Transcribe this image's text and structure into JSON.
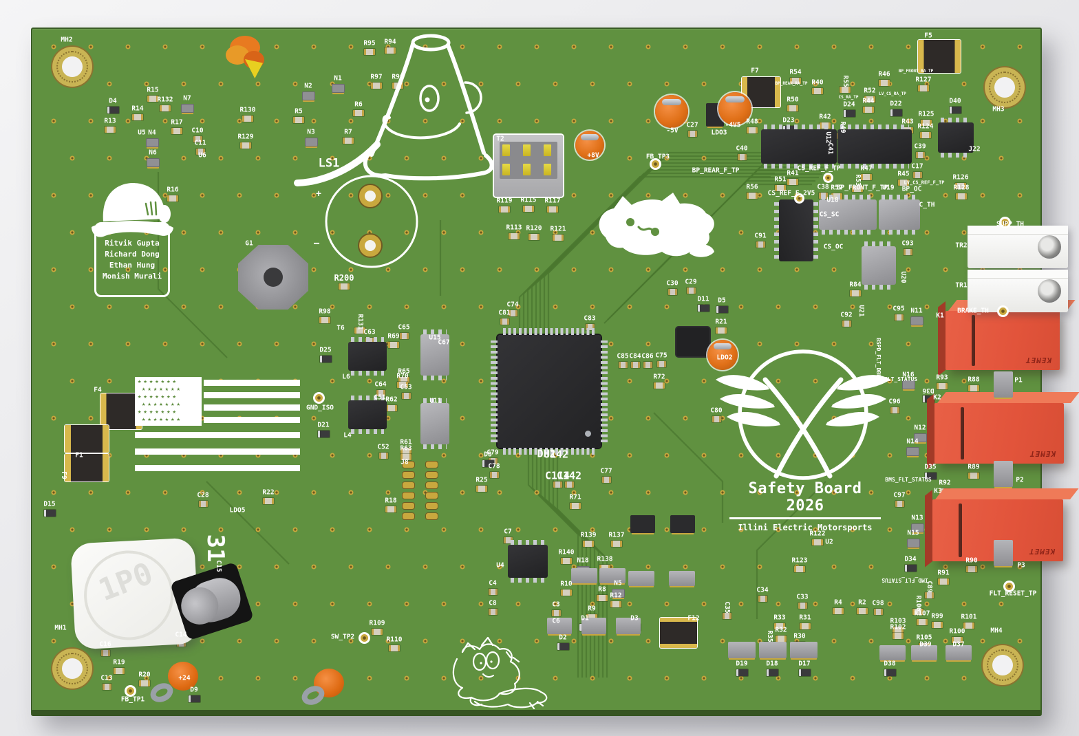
{
  "texts": {
    "team_names": [
      "Ritvik Gupta",
      "Richard Dong",
      "Ethan Hung",
      "Monish Murali"
    ],
    "logo_title": "Safety Board 2026",
    "logo_subtitle": "Illini Electric Motorsports",
    "relay_brand": "KEMET",
    "inductor_marking": "1P0"
  },
  "colors": {
    "board_green": "#609140",
    "trace_green": "#4b7830",
    "silkscreen_white": "#ffffff",
    "pad_gold": "#c9a83e",
    "relay_red": "#e2573e",
    "component_black": "#2b2b2d",
    "component_gray": "#97979b",
    "cap_orange": "#e07018"
  },
  "silkscreen_labels": [
    [
      "MH2",
      97,
      58
    ],
    [
      "R15",
      222,
      131
    ],
    [
      "D4",
      164,
      147
    ],
    [
      "R14",
      200,
      158
    ],
    [
      "R132",
      240,
      145
    ],
    [
      "N7",
      272,
      143
    ],
    [
      "R13",
      160,
      176
    ],
    [
      "R17",
      257,
      178
    ],
    [
      "U5",
      206,
      193
    ],
    [
      "N4",
      221,
      193
    ],
    [
      "C10",
      287,
      190
    ],
    [
      "C11",
      291,
      208
    ],
    [
      "N6",
      222,
      222
    ],
    [
      "U6",
      294,
      226
    ],
    [
      "R16",
      251,
      276
    ],
    [
      "R130",
      360,
      160
    ],
    [
      "R129",
      357,
      199
    ],
    [
      "N2",
      448,
      125
    ],
    [
      "N1",
      491,
      114
    ],
    [
      "R5",
      434,
      162
    ],
    [
      "R6",
      521,
      152
    ],
    [
      "N3",
      452,
      192
    ],
    [
      "R7",
      506,
      192
    ],
    [
      "R95",
      537,
      63
    ],
    [
      "R94",
      567,
      61
    ],
    [
      "R97",
      547,
      112
    ],
    [
      "R96",
      578,
      112
    ],
    [
      "LS1",
      478,
      238,
      0,
      17
    ],
    [
      "+",
      463,
      282,
      0,
      13
    ],
    [
      "−",
      460,
      354,
      0,
      15
    ],
    [
      "T2",
      727,
      202
    ],
    [
      "R119",
      733,
      292
    ],
    [
      "R115",
      768,
      291
    ],
    [
      "R117",
      803,
      292
    ],
    [
      "R113",
      747,
      331
    ],
    [
      "R120",
      776,
      332
    ],
    [
      "R121",
      811,
      333
    ],
    [
      "+8V",
      862,
      226
    ],
    [
      "-5V",
      977,
      190
    ],
    [
      "C27",
      1006,
      182
    ],
    [
      "LDO3",
      1045,
      193
    ],
    [
      "-4V5",
      1065,
      182
    ],
    [
      "FB_TP3",
      956,
      228
    ],
    [
      "BP_REAR_F_TP",
      1040,
      248
    ],
    [
      "F7",
      1097,
      103
    ],
    [
      "R54",
      1156,
      105
    ],
    [
      "BP_REAR_RA_TP",
      1150,
      122,
      0,
      6
    ],
    [
      "R40",
      1188,
      120
    ],
    [
      "R50",
      1152,
      145
    ],
    [
      "R55",
      1228,
      118,
      90
    ],
    [
      "R46",
      1285,
      108
    ],
    [
      "CS_RA_TP",
      1233,
      142,
      0,
      6
    ],
    [
      "LV_CS_RA_TP",
      1297,
      137,
      0,
      6
    ],
    [
      "R52",
      1264,
      132
    ],
    [
      "R44",
      1262,
      147
    ],
    [
      "D24",
      1234,
      152
    ],
    [
      "D22",
      1302,
      151
    ],
    [
      "D23",
      1146,
      175
    ],
    [
      "R42",
      1199,
      170
    ],
    [
      "R48",
      1093,
      177
    ],
    [
      "C40",
      1078,
      216
    ],
    [
      "R56",
      1093,
      272
    ],
    [
      "CS_REF_F_TP",
      1190,
      245
    ],
    [
      "R41",
      1152,
      252
    ],
    [
      "R51",
      1134,
      261
    ],
    [
      "C38",
      1196,
      272
    ],
    [
      "R57",
      1216,
      273
    ],
    [
      "CS_REF_F_2V5",
      1150,
      281
    ],
    [
      "R47",
      1259,
      245
    ],
    [
      "R53",
      1246,
      262,
      90
    ],
    [
      "BP_FRONT_F_TP",
      1253,
      273
    ],
    [
      "U19",
      1291,
      273
    ],
    [
      "U12",
      1203,
      200,
      90
    ],
    [
      "C41",
      1206,
      216,
      90
    ],
    [
      "R49",
      1224,
      185,
      90
    ],
    [
      "F5",
      1349,
      52
    ],
    [
      "BP_FRONT_RA_TP",
      1331,
      104,
      0,
      6
    ],
    [
      "R127",
      1342,
      116
    ],
    [
      "D40",
      1388,
      147
    ],
    [
      "R125",
      1346,
      166
    ],
    [
      "R124",
      1345,
      184
    ],
    [
      "C39",
      1337,
      213
    ],
    [
      "C17",
      1333,
      242
    ],
    [
      "R126",
      1396,
      258
    ],
    [
      "R128",
      1397,
      273
    ],
    [
      "J22",
      1416,
      217
    ],
    [
      "MH3",
      1451,
      159
    ],
    [
      "R43",
      1319,
      177
    ],
    [
      "R45",
      1313,
      253
    ],
    [
      "LV_CS_REF_F_TP",
      1343,
      266,
      0,
      7
    ],
    [
      "BP_OC",
      1325,
      275
    ],
    [
      "U18",
      1210,
      291
    ],
    [
      "CS_SC",
      1205,
      312
    ],
    [
      "CS_OC",
      1211,
      359
    ],
    [
      "C91",
      1105,
      343
    ],
    [
      "R84",
      1243,
      414
    ],
    [
      "U21",
      1251,
      452,
      90
    ],
    [
      "C92",
      1230,
      458
    ],
    [
      "C93",
      1319,
      354
    ],
    [
      "C_TH",
      1347,
      298
    ],
    [
      "U20",
      1312,
      403,
      90
    ],
    [
      "C95",
      1306,
      449
    ],
    [
      "BSPD_FLT_DBK",
      1276,
      520,
      90,
      8
    ],
    [
      "N11",
      1332,
      452
    ],
    [
      "K1",
      1366,
      459
    ],
    [
      "BRAKE_TH",
      1414,
      452
    ],
    [
      "SUPP_TH",
      1468,
      326
    ],
    [
      "TR2",
      1397,
      357
    ],
    [
      "TR1",
      1397,
      415
    ],
    [
      "N16",
      1320,
      545
    ],
    [
      "BSPD_FLT_STATUS",
      1297,
      552,
      0,
      8
    ],
    [
      "D36",
      1349,
      567,
      180
    ],
    [
      "R93",
      1369,
      549
    ],
    [
      "R88",
      1415,
      552
    ],
    [
      "P1",
      1480,
      553
    ],
    [
      "K2",
      1362,
      578
    ],
    [
      "C96",
      1300,
      584
    ],
    [
      "N12",
      1337,
      622
    ],
    [
      "N14",
      1326,
      642
    ],
    [
      "D35",
      1352,
      679
    ],
    [
      "R89",
      1415,
      679
    ],
    [
      "R92",
      1373,
      702
    ],
    [
      "BMS_FLT_STATUS",
      1320,
      698,
      0,
      8
    ],
    [
      "P2",
      1482,
      698
    ],
    [
      "K3",
      1363,
      714
    ],
    [
      "C97",
      1307,
      720
    ],
    [
      "N13",
      1333,
      753
    ],
    [
      "N15",
      1327,
      775
    ],
    [
      "D34",
      1323,
      813
    ],
    [
      "R91",
      1371,
      833
    ],
    [
      "R90",
      1412,
      815
    ],
    [
      "P3",
      1484,
      822
    ],
    [
      "IMD_FLT_STATUS",
      1315,
      843,
      180,
      8
    ],
    [
      "FLT_RESET_TP",
      1472,
      863
    ],
    [
      "C89",
      1350,
      853,
      90
    ],
    [
      "R106",
      1334,
      877,
      90
    ],
    [
      "R107",
      1340,
      892
    ],
    [
      "R103",
      1305,
      903
    ],
    [
      "R102",
      1305,
      912
    ],
    [
      "R99",
      1362,
      896
    ],
    [
      "R101",
      1408,
      897
    ],
    [
      "R100",
      1391,
      918
    ],
    [
      "R105",
      1343,
      927
    ],
    [
      "D39",
      1345,
      937
    ],
    [
      "D37",
      1393,
      937
    ],
    [
      "D38",
      1293,
      965
    ],
    [
      "D17",
      1169,
      965
    ],
    [
      "D18",
      1122,
      965
    ],
    [
      "D19",
      1078,
      965
    ],
    [
      "MH4",
      1448,
      917
    ],
    [
      "R122",
      1188,
      776
    ],
    [
      "U2",
      1205,
      788
    ],
    [
      "R123",
      1162,
      815
    ],
    [
      "C33",
      1166,
      868
    ],
    [
      "C34",
      1108,
      858
    ],
    [
      "R4",
      1218,
      876
    ],
    [
      "R2",
      1253,
      876
    ],
    [
      "C98",
      1276,
      877
    ],
    [
      "R31",
      1170,
      898
    ],
    [
      "R33",
      1133,
      898
    ],
    [
      "R32",
      1135,
      916
    ],
    [
      "R30",
      1162,
      925
    ],
    [
      "R35",
      1118,
      925,
      90
    ],
    [
      "C35",
      1056,
      883,
      90
    ],
    [
      "F12",
      1008,
      899
    ],
    [
      "R139",
      855,
      778
    ],
    [
      "R137",
      896,
      778
    ],
    [
      "R140",
      823,
      803
    ],
    [
      "N18",
      847,
      815
    ],
    [
      "R138",
      879,
      813
    ],
    [
      "R10",
      823,
      849
    ],
    [
      "N5",
      898,
      848
    ],
    [
      "R8",
      875,
      857
    ],
    [
      "R12",
      895,
      866
    ],
    [
      "C3",
      808,
      879
    ],
    [
      "R9",
      860,
      885
    ],
    [
      "D1",
      850,
      899
    ],
    [
      "D3",
      922,
      899
    ],
    [
      "D2",
      818,
      927
    ],
    [
      "C8",
      716,
      877
    ],
    [
      "C4",
      716,
      848
    ],
    [
      "C6",
      808,
      903
    ],
    [
      "C7",
      738,
      773
    ],
    [
      "U4",
      727,
      822
    ],
    [
      "C74",
      745,
      443
    ],
    [
      "C81",
      733,
      455
    ],
    [
      "C83",
      857,
      463
    ],
    [
      "C30",
      977,
      412
    ],
    [
      "C29",
      1004,
      410
    ],
    [
      "D11",
      1022,
      435
    ],
    [
      "D5",
      1049,
      437
    ],
    [
      "R21",
      1048,
      468
    ],
    [
      "LDO2",
      1053,
      520
    ],
    [
      "C85",
      905,
      518
    ],
    [
      "C84",
      923,
      518
    ],
    [
      "C86",
      941,
      518
    ],
    [
      "C75",
      961,
      517
    ],
    [
      "R72",
      958,
      548
    ],
    [
      "C80",
      1041,
      597
    ],
    [
      "U142",
      808,
      661,
      0,
      15
    ],
    [
      "DH2",
      794,
      660,
      0,
      15
    ],
    [
      "C142",
      827,
      692,
      0,
      15
    ],
    [
      "C114",
      810,
      692,
      0,
      15
    ],
    [
      "C79",
      716,
      658
    ],
    [
      "C78",
      718,
      678
    ],
    [
      "D8",
      709,
      661
    ],
    [
      "R25",
      700,
      698
    ],
    [
      "J8",
      588,
      672
    ],
    [
      "R18",
      568,
      728
    ],
    [
      "R71",
      836,
      723
    ],
    [
      "C77",
      881,
      685
    ],
    [
      "G1",
      362,
      354
    ],
    [
      "R200",
      500,
      404,
      0,
      12
    ],
    [
      "R98",
      472,
      453
    ],
    [
      "T6",
      495,
      477
    ],
    [
      "R131",
      523,
      468,
      90
    ],
    [
      "C63",
      537,
      483
    ],
    [
      "R69",
      572,
      489
    ],
    [
      "C65",
      587,
      476
    ],
    [
      "R65",
      587,
      540
    ],
    [
      "R70",
      585,
      547
    ],
    [
      "U15",
      632,
      491
    ],
    [
      "D25",
      473,
      509
    ],
    [
      "C64",
      553,
      559
    ],
    [
      "C51",
      552,
      578
    ],
    [
      "R62",
      569,
      581
    ],
    [
      "C53",
      590,
      563
    ],
    [
      "U11",
      633,
      583
    ],
    [
      "GND_ISO",
      465,
      593
    ],
    [
      "C67",
      645,
      498
    ],
    [
      "L6",
      503,
      548
    ],
    [
      "L4",
      505,
      633
    ],
    [
      "R61",
      590,
      643
    ],
    [
      "R63",
      590,
      652
    ],
    [
      "C52",
      557,
      650
    ],
    [
      "D21",
      470,
      618
    ],
    [
      "F4",
      142,
      567
    ],
    [
      "F1",
      115,
      662
    ],
    [
      "F9",
      92,
      691,
      90
    ],
    [
      "D15",
      72,
      733
    ],
    [
      "C28",
      295,
      720
    ],
    [
      "R22",
      390,
      716
    ],
    [
      "LDO5",
      345,
      742
    ],
    [
      "31",
      313,
      797,
      90,
      34
    ],
    [
      "C15",
      317,
      823,
      90
    ],
    [
      "C16",
      153,
      937
    ],
    [
      "R19",
      173,
      963
    ],
    [
      "R20",
      210,
      981
    ],
    [
      "C13",
      155,
      986
    ],
    [
      "C14",
      263,
      923
    ],
    [
      "+24",
      268,
      986
    ],
    [
      "FB_TP1",
      193,
      1017
    ],
    [
      "D9",
      282,
      1003
    ],
    [
      "MH1",
      88,
      913
    ],
    [
      "SW_TP2",
      498,
      926
    ],
    [
      "R109",
      548,
      906
    ],
    [
      "R110",
      573,
      930
    ]
  ],
  "components": [
    [
      "relay",
      1374,
      452,
      166,
      86,
      0
    ],
    [
      "relay",
      1358,
      586,
      188,
      88,
      0
    ],
    [
      "relay",
      1355,
      726,
      190,
      90,
      0
    ],
    [
      "conn-white",
      1406,
      328,
      146,
      62,
      0
    ],
    [
      "conn-white",
      1406,
      392,
      146,
      62,
      0
    ],
    [
      "conn-gray",
      718,
      196,
      100,
      90,
      0
    ],
    [
      "qfp",
      723,
      487,
      150,
      164,
      0
    ],
    [
      "soic-black",
      1106,
      188,
      110,
      50,
      0
    ],
    [
      "soic-black",
      1217,
      188,
      108,
      50,
      0
    ],
    [
      "soic-black",
      1112,
      310,
      90,
      50,
      90
    ],
    [
      "soic-gray",
      1190,
      290,
      84,
      44,
      0
    ],
    [
      "soic-gray",
      1277,
      290,
      60,
      44,
      0
    ],
    [
      "soic-gray",
      1252,
      358,
      50,
      56,
      0
    ],
    [
      "soic-gray",
      611,
      486,
      42,
      60,
      0
    ],
    [
      "soic-gray",
      611,
      586,
      42,
      60,
      0
    ],
    [
      "soic-black",
      506,
      497,
      56,
      42,
      0
    ],
    [
      "soic-black",
      506,
      582,
      56,
      42,
      0
    ],
    [
      "soic-black",
      738,
      792,
      58,
      48,
      0
    ],
    [
      "soic-black",
      1363,
      178,
      52,
      44,
      0
    ],
    [
      "black-chip",
      983,
      476,
      48,
      42,
      0
    ],
    [
      "sot-black",
      1026,
      150,
      26,
      34,
      0
    ],
    [
      "sot-black",
      916,
      749,
      36,
      26,
      0
    ],
    [
      "sot-black",
      974,
      749,
      36,
      26,
      0
    ],
    [
      "sot-gray",
      830,
      826,
      38,
      22,
      0
    ],
    [
      "sot-gray",
      871,
      826,
      38,
      22,
      0
    ],
    [
      "sot-gray",
      913,
      830,
      38,
      22,
      0
    ],
    [
      "sot-gray",
      972,
      830,
      38,
      22,
      0
    ],
    [
      "sot-gray",
      795,
      898,
      36,
      24,
      0
    ],
    [
      "sot-gray",
      845,
      898,
      36,
      24,
      0
    ],
    [
      "sot-gray",
      895,
      898,
      36,
      24,
      0
    ],
    [
      "sot-gray",
      1058,
      933,
      40,
      24,
      0
    ],
    [
      "sot-gray",
      1103,
      933,
      40,
      24,
      0
    ],
    [
      "sot-gray",
      1148,
      933,
      40,
      24,
      0
    ],
    [
      "sot-gray",
      1278,
      938,
      38,
      22,
      0
    ],
    [
      "sot-gray",
      1324,
      938,
      38,
      22,
      0
    ],
    [
      "sot-gray",
      1374,
      938,
      38,
      22,
      0
    ],
    [
      "sot-gray",
      1444,
      540,
      28,
      38,
      0
    ],
    [
      "sot-gray",
      1444,
      670,
      28,
      38,
      0
    ],
    [
      "sot-gray",
      1444,
      785,
      28,
      38,
      0
    ],
    [
      "fuse",
      1334,
      58,
      62,
      48,
      0
    ],
    [
      "fuse",
      1078,
      112,
      56,
      44,
      0
    ],
    [
      "fuse",
      146,
      572,
      60,
      52,
      0
    ],
    [
      "fuse",
      94,
      618,
      64,
      40,
      0
    ],
    [
      "fuse",
      94,
      660,
      64,
      40,
      0
    ],
    [
      "fuse",
      964,
      893,
      44,
      54,
      90
    ],
    [
      "orange-cap",
      836,
      190,
      42,
      42,
      0
    ],
    [
      "orange-cap",
      952,
      138,
      48,
      48,
      0
    ],
    [
      "orange-cap",
      1044,
      134,
      48,
      48,
      0
    ],
    [
      "orange-cap",
      1028,
      494,
      44,
      44,
      0
    ],
    [
      "ring-terminal",
      218,
      962,
      70,
      58,
      0
    ],
    [
      "ring-terminal",
      438,
      972,
      62,
      52,
      0
    ],
    [
      "flame",
      328,
      52,
      64,
      62,
      0
    ],
    [
      "inductor-white",
      106,
      786,
      180,
      154,
      -3
    ],
    [
      "cap-cyl",
      258,
      830,
      100,
      88,
      -18
    ],
    [
      "octagon",
      346,
      356,
      102,
      94,
      0
    ],
    [
      "header",
      578,
      666,
      70,
      92,
      0
    ],
    [
      "thpad",
      522,
      269,
      32,
      32,
      0
    ],
    [
      "thpad",
      522,
      341,
      32,
      32,
      0
    ],
    [
      "mount-hole",
      76,
      68,
      58,
      58,
      0
    ],
    [
      "mount-hole",
      1431,
      98,
      58,
      58,
      0
    ],
    [
      "mount-hole",
      76,
      943,
      58,
      58,
      0
    ],
    [
      "mount-hole",
      1428,
      938,
      58,
      58,
      0
    ],
    [
      "tp",
      944,
      230,
      17,
      17,
      0
    ],
    [
      "tp",
      1452,
      315,
      17,
      17,
      0
    ],
    [
      "tp",
      1449,
      444,
      17,
      17,
      0
    ],
    [
      "tp",
      1458,
      844,
      17,
      17,
      0
    ],
    [
      "tp",
      181,
      996,
      17,
      17,
      0
    ],
    [
      "tp",
      521,
      919,
      17,
      17,
      0
    ],
    [
      "tp",
      455,
      570,
      17,
      17,
      0
    ],
    [
      "tp",
      1196,
      251,
      15,
      15,
      0
    ],
    [
      "tp",
      1154,
      281,
      15,
      15,
      0
    ]
  ]
}
